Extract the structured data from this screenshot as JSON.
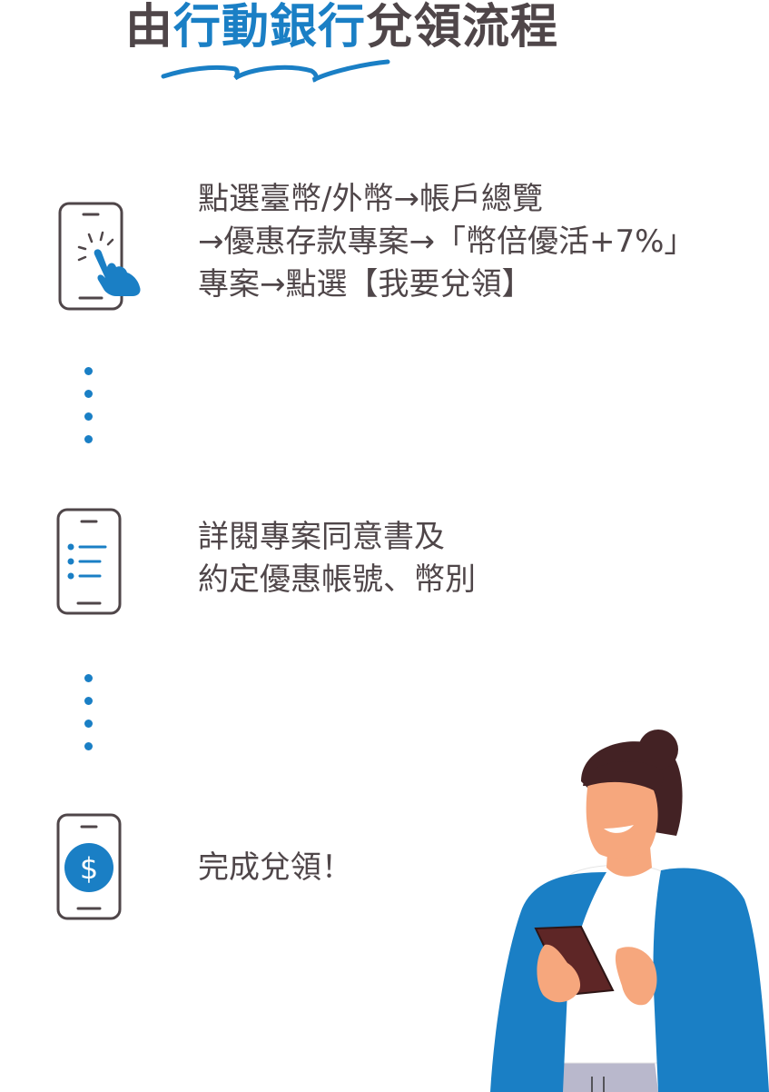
{
  "header": {
    "title_parts": [
      {
        "text": "由",
        "color": "dark"
      },
      {
        "text": "行動銀行",
        "color": "blue"
      },
      {
        "text": "兌領流程",
        "color": "dark"
      }
    ]
  },
  "colors": {
    "accent_blue": "#1a7fc5",
    "text_dark": "#4f4649",
    "outline": "#4f4649"
  },
  "steps": [
    {
      "icon": "phone-tap-icon",
      "lines": [
        "點選臺幣/外幣→帳戶總覽",
        "→優惠存款專案→「幣倍優活+7%」",
        "專案→點選【我要兌領】"
      ]
    },
    {
      "icon": "phone-list-icon",
      "lines": [
        "詳閱專案同意書及",
        "約定優惠帳號、幣別"
      ]
    },
    {
      "icon": "phone-dollar-icon",
      "lines": [
        "完成兌領！"
      ],
      "icon_glyph": "$"
    }
  ],
  "illustration": {
    "name": "person-using-phone-illustration"
  }
}
